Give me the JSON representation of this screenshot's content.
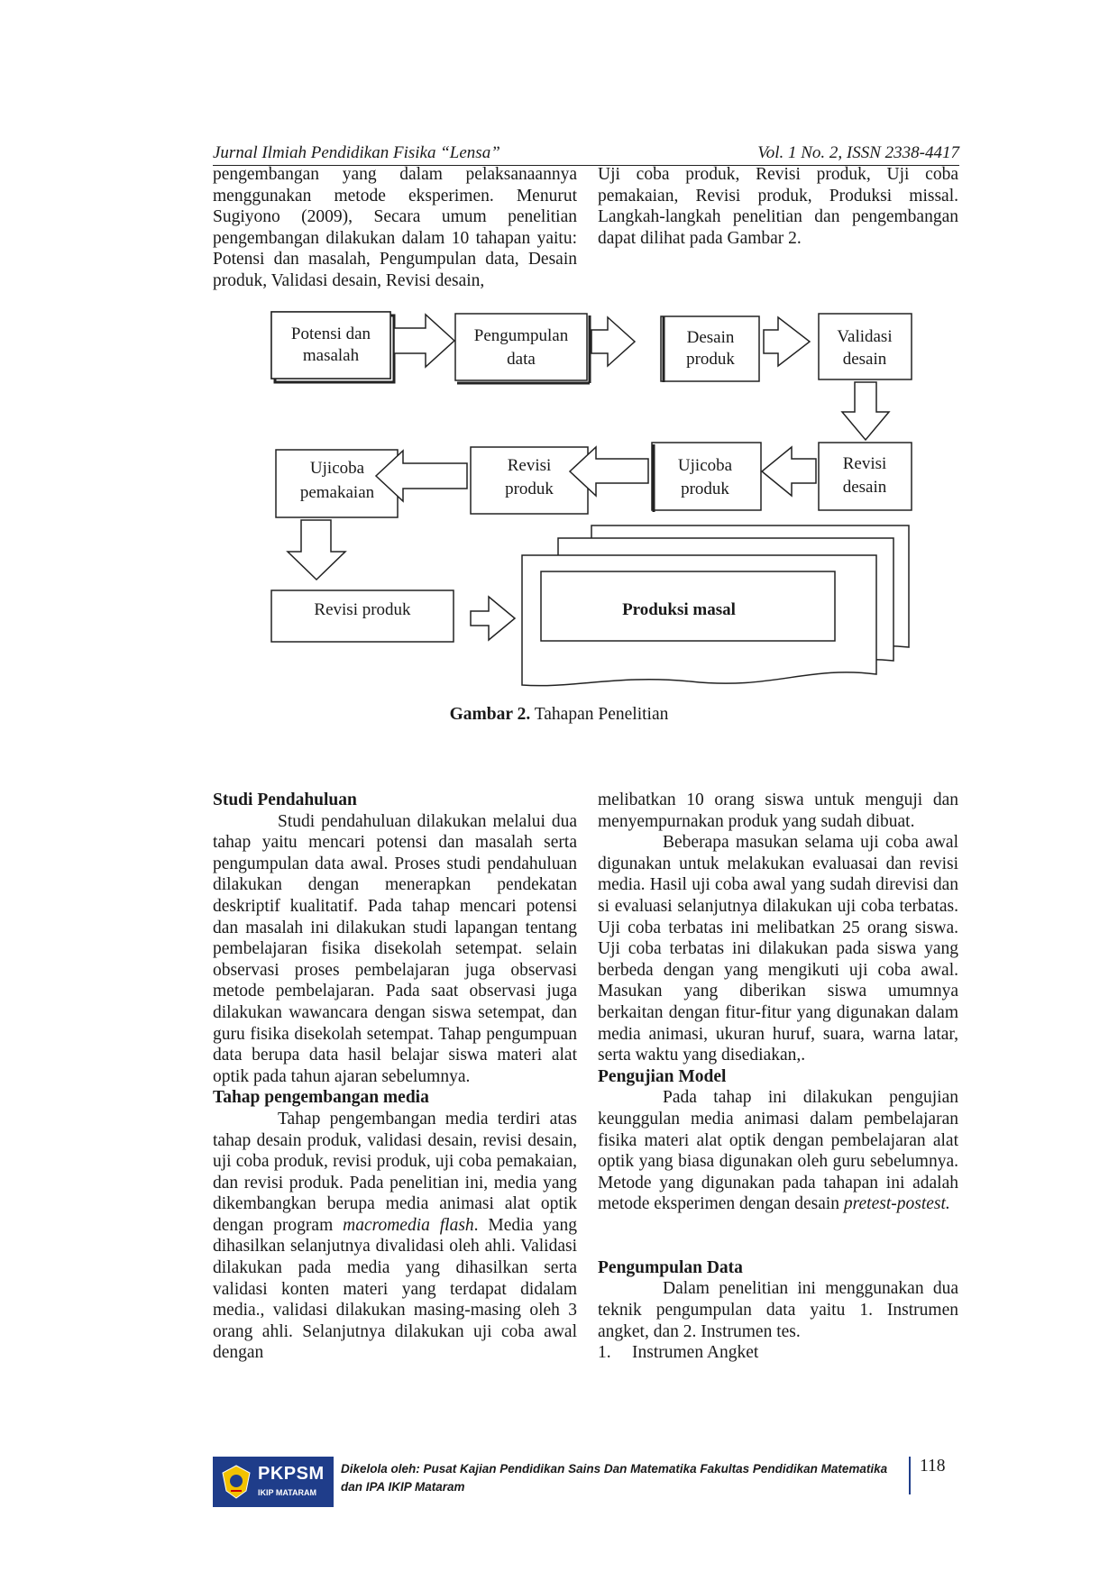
{
  "header": {
    "journal": "Jurnal Ilmiah Pendidikan Fisika “Lensa”",
    "volume": "Vol. 1 No. 2, ISSN 2338-4417"
  },
  "intro": {
    "left": "pengembangan yang dalam pelaksanaannya menggunakan metode eksperimen. Menurut Sugiyono (2009), Secara umum penelitian pengembangan dilakukan dalam 10 tahapan yaitu: Potensi dan masalah, Pengumpulan data, Desain produk, Validasi desain, Revisi desain,",
    "right": "Uji coba produk, Revisi produk, Uji coba pemakaian, Revisi produk, Produksi missal. Langkah-langkah penelitian dan pengembangan dapat dilihat pada Gambar 2."
  },
  "diagram": {
    "boxes": {
      "potensi": [
        "Potensi dan",
        "masalah"
      ],
      "pengumpulan": [
        "Pengumpulan",
        "data"
      ],
      "desain": [
        "Desain",
        "produk"
      ],
      "validasi": [
        "Validasi",
        "desain"
      ],
      "revisi_desain": [
        "Revisi",
        "desain"
      ],
      "ujicoba_produk": [
        "Ujicoba",
        "produk"
      ],
      "revisi_produk_1": [
        "Revisi",
        "produk"
      ],
      "ujicoba_pemakaian": [
        "Ujicoba",
        "pemakaian"
      ],
      "revisi_produk_2": [
        "Revisi produk"
      ],
      "produksi": [
        "Produksi masal"
      ]
    }
  },
  "caption": {
    "label": "Gambar 2.",
    "text": " Tahapan Penelitian"
  },
  "studi": {
    "heading": "Studi Pendahuluan",
    "body": "Studi pendahuluan dilakukan melalui dua tahap yaitu mencari potensi dan masalah serta pengumpulan data awal. Proses studi pendahuluan dilakukan dengan menerapkan pendekatan deskriptif kualitatif. Pada tahap mencari potensi dan masalah ini dilakukan studi lapangan tentang pembelajaran fisika disekolah setempat. selain observasi proses pembelajaran juga observasi metode pembelajaran. Pada saat observasi juga dilakukan wawancara dengan siswa setempat, dan guru fisika disekolah setempat. Tahap pengumpuan data berupa data hasil belajar siswa materi alat optik pada tahun ajaran sebelumnya."
  },
  "tahap": {
    "heading": "Tahap pengembangan media",
    "body_1": "Tahap pengembangan media terdiri atas tahap desain produk, validasi desain, revisi desain, uji coba produk, revisi produk, uji coba pemakaian, dan revisi produk. Pada penelitian ini, media yang dikembangkan berupa media animasi alat optik dengan program ",
    "italic": "macromedia flash",
    "body_2": ". Media yang dihasilkan selanjutnya divalidasi oleh ahli. Validasi dilakukan pada media yang dihasilkan serta validasi konten materi yang terdapat didalam media., validasi dilakukan masing-masing oleh 3 orang ahli. Selanjutnya dilakukan uji coba awal dengan"
  },
  "right_col": {
    "continuation": "melibatkan 10 orang siswa untuk menguji dan menyempurnakan produk yang sudah dibuat.",
    "para2": "Beberapa masukan selama uji coba awal digunakan untuk melakukan evaluasai dan revisi media. Hasil uji coba awal yang sudah direvisi dan si evaluasi selanjutnya dilakukan uji coba terbatas. Uji coba terbatas ini melibatkan 25 orang siswa. Uji coba terbatas ini dilakukan pada siswa yang berbeda dengan yang mengikuti uji coba awal. Masukan yang diberikan siswa umumnya berkaitan dengan fitur-fitur yang digunakan dalam media animasi, ukuran huruf, suara, warna latar, serta waktu yang disediakan,."
  },
  "pengujian": {
    "heading": "Pengujian Model",
    "body": "Pada tahap ini dilakukan pengujian keunggulan media animasi dalam pembelajaran fisika materi alat optik dengan pembelajaran alat optik yang biasa digunakan oleh guru sebelumnya. Metode yang digunakan pada tahapan ini adalah metode eksperimen dengan desain ",
    "italic": "pretest-postest."
  },
  "pengumpulan": {
    "heading": "Pengumpulan Data",
    "body": "Dalam penelitian ini menggunakan dua teknik pengumpulan data yaitu 1. Instrumen angket, dan 2. Instrumen tes.",
    "item_num": "1.",
    "item_text": "Instrumen Angket"
  },
  "footer": {
    "logo_text": "PKPSM",
    "logo_sub": "IKIP MATARAM",
    "managed_by": "Dikelola oleh: Pusat Kajian Pendidikan Sains Dan Matematika Fakultas Pendidikan Matematika dan IPA IKIP Mataram",
    "page_number": "118"
  }
}
